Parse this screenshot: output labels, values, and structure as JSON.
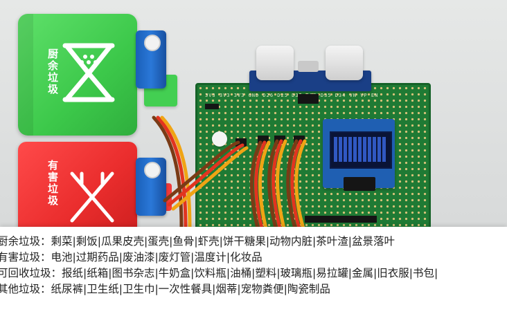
{
  "bins": {
    "green_label": "厨余垃圾",
    "red_label": "有害垃圾"
  },
  "pcb": {
    "pin_labels": "3V3 3V3 3V3 GND D26 D25 D33 D32 D35 D34 VN VP EN"
  },
  "legend": {
    "lines": [
      "厨余垃圾：剩菜|剩饭|瓜果皮壳|蛋壳|鱼骨|虾壳|饼干糖果|动物内脏|茶叶渣|盆景落叶",
      "有害垃圾：电池|过期药品|废油漆|废灯管|温度计|化妆品",
      "可回收垃圾：报纸|纸箱|图书杂志|牛奶盒|饮料瓶|油桶|塑料|玻璃瓶|易拉罐|金属|旧衣服|书包|",
      "其他垃圾：纸尿裤|卫生纸|卫生巾|一次性餐具|烟蒂|宠物粪便|陶瓷制品"
    ]
  },
  "colors": {
    "food_bin": "#3cc84a",
    "hazard_bin": "#ea2d2d",
    "pcb": "#1f7a34",
    "servo": "#2a78d8"
  }
}
